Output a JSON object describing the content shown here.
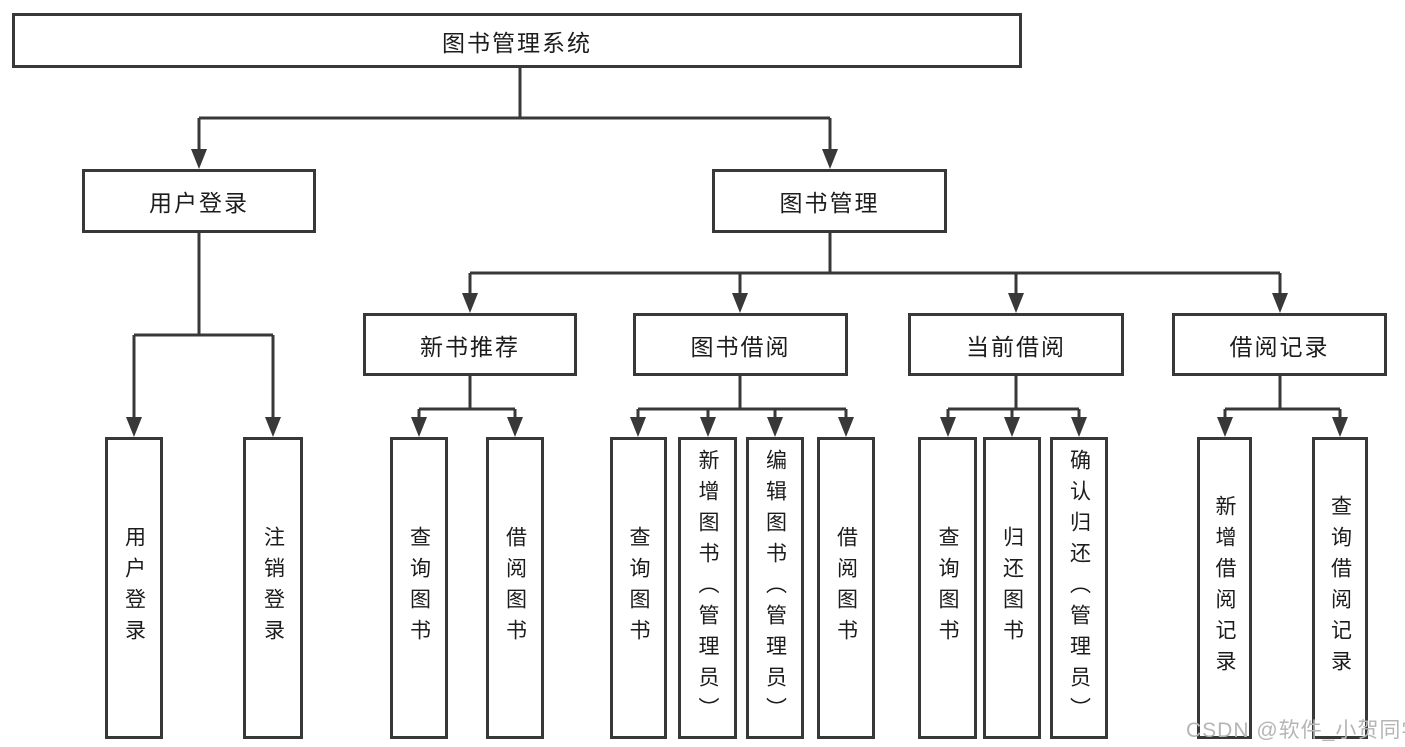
{
  "tree": {
    "root": {
      "label": "图书管理系统"
    },
    "user_login": {
      "label": "用户登录",
      "children": [
        {
          "label": "用户登录"
        },
        {
          "label": "注销登录"
        }
      ]
    },
    "book_mgmt": {
      "label": "图书管理",
      "sections": [
        {
          "label": "新书推荐",
          "children": [
            {
              "label": "查询图书"
            },
            {
              "label": "借阅图书"
            }
          ]
        },
        {
          "label": "图书借阅",
          "children": [
            {
              "label": "查询图书"
            },
            {
              "label": "新增图书（管理员）"
            },
            {
              "label": "编辑图书（管理员）"
            },
            {
              "label": "借阅图书"
            }
          ]
        },
        {
          "label": "当前借阅",
          "children": [
            {
              "label": "查询图书"
            },
            {
              "label": "归还图书"
            },
            {
              "label": "确认归还（管理员）"
            }
          ]
        },
        {
          "label": "借阅记录",
          "children": [
            {
              "label": "新增借阅记录"
            },
            {
              "label": "查询借阅记录"
            }
          ]
        }
      ]
    }
  },
  "watermark": {
    "text": "CSDN @软件_小贺同学"
  },
  "colors": {
    "line": "#383838",
    "box_border": "#383838",
    "text": "#1c1c1c",
    "watermark": "#b5b5b5",
    "background": "#ffffff"
  }
}
